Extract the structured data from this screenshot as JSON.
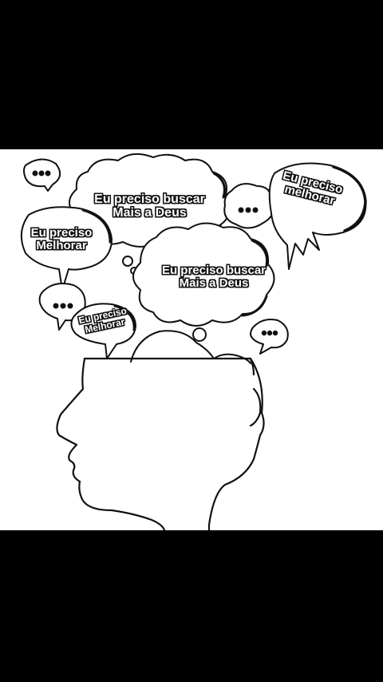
{
  "bubbles": {
    "top_center": {
      "line1": "Eu preciso buscar",
      "line2": "Mais a Deus"
    },
    "left": {
      "line1": "Eu preciso",
      "line2": "Melhorar"
    },
    "center": {
      "line1": "Eu preciso buscar",
      "line2": "Mais a Deus"
    },
    "right": {
      "line1": "Eu preciso",
      "line2": "melhorar"
    },
    "small_left": {
      "line1": "Eu preciso",
      "line2": "Melhorar"
    }
  },
  "colors": {
    "letterbox": "#000000",
    "paper": "#ffffff",
    "ink": "#111111"
  }
}
